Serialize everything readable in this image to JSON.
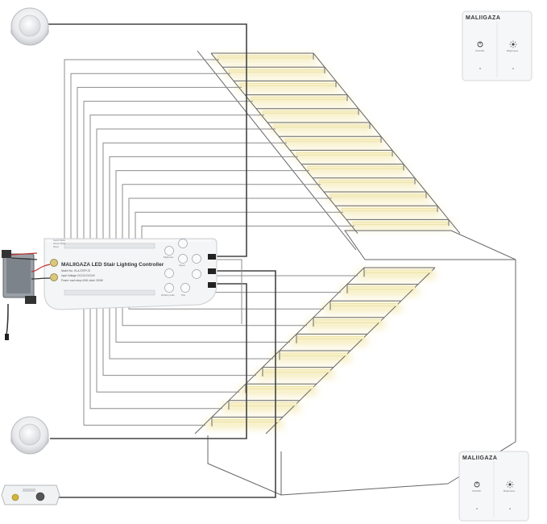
{
  "colors": {
    "wire": "#8c8c8c",
    "wire_dark": "#444444",
    "stair_line": "#666666",
    "glow": "#f3e6a6",
    "strip": "#f7f0c8",
    "device": "#f5f6f7",
    "device_edge": "#c9ccd0"
  },
  "icons": [
    "motion-sensor-icon",
    "power-supply-icon",
    "wall-switch-icon",
    "light-sensor-module-icon"
  ],
  "controller": {
    "brand": "MALIIGAZA",
    "title": "LED Stair Lighting Controller",
    "model": "Model No.: KLA-STEP-37",
    "input": "Input Voltage: DC12V-DC24V",
    "power": "Power: each step<10W, total< 300W",
    "modes": [
      "Switch Mode",
      "Sensor Mode",
      "Reset"
    ],
    "buttons": [
      "Brightness",
      "",
      "Speed",
      "",
      "",
      "Working mode",
      "Plus"
    ]
  },
  "switch_top": {
    "brand": "MALIIGAZA",
    "left_label": "ON/OFF",
    "right_label": "Brightness"
  },
  "switch_bottom": {
    "brand": "MALIIGAZA",
    "left_label": "ON/OFF",
    "right_label": "Brightness"
  },
  "stairs": {
    "upper_steps": 13,
    "lower_steps": 10
  }
}
